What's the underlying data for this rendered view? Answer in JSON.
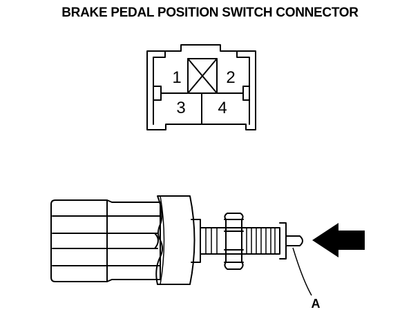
{
  "title": "BRAKE PEDAL POSITION SWITCH CONNECTOR",
  "connector": {
    "pins": [
      {
        "label": "1"
      },
      {
        "label": "2"
      },
      {
        "label": "3"
      },
      {
        "label": "4"
      }
    ]
  },
  "callout": {
    "label": "A"
  }
}
